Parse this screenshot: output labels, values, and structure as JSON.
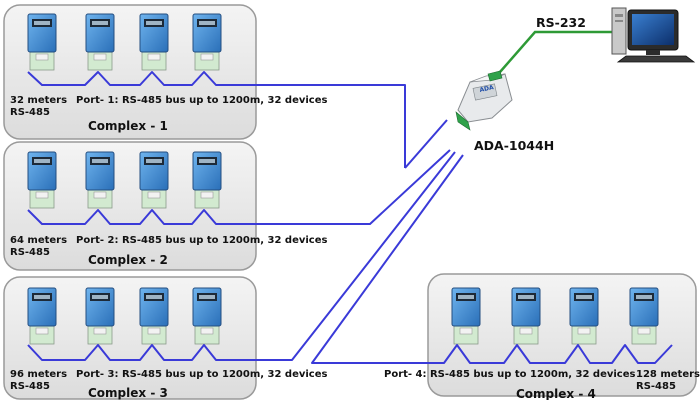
{
  "converter": {
    "name": "ADA-1044H",
    "logo": "ADA"
  },
  "pc_link_label": "RS-232",
  "complexes": [
    {
      "title": "Complex - 1",
      "port_label": "Port- 1:  RS-485 bus up to 1200m, 32 devices",
      "distance": "32 meters",
      "bus": "RS-485"
    },
    {
      "title": "Complex - 2",
      "port_label": "Port- 2:  RS-485 bus up to 1200m, 32 devices",
      "distance": "64 meters",
      "bus": "RS-485"
    },
    {
      "title": "Complex - 3",
      "port_label": "Port- 3:  RS-485 bus up to 1200m, 32 devices",
      "distance": "96 meters",
      "bus": "RS-485"
    },
    {
      "title": "Complex - 4",
      "port_label": "Port- 4:  RS-485 bus up to 1200m, 32 devices",
      "distance": "128 meters",
      "bus": "RS-485"
    }
  ],
  "colors": {
    "bus": "#3a3ad8",
    "rs232": "#2e9a36",
    "panel": "#e6e6e6",
    "meter_blue": "#3e8fd6"
  },
  "icons": [
    "energy-meter-icon",
    "din-rail-converter-icon",
    "desktop-computer-icon"
  ]
}
